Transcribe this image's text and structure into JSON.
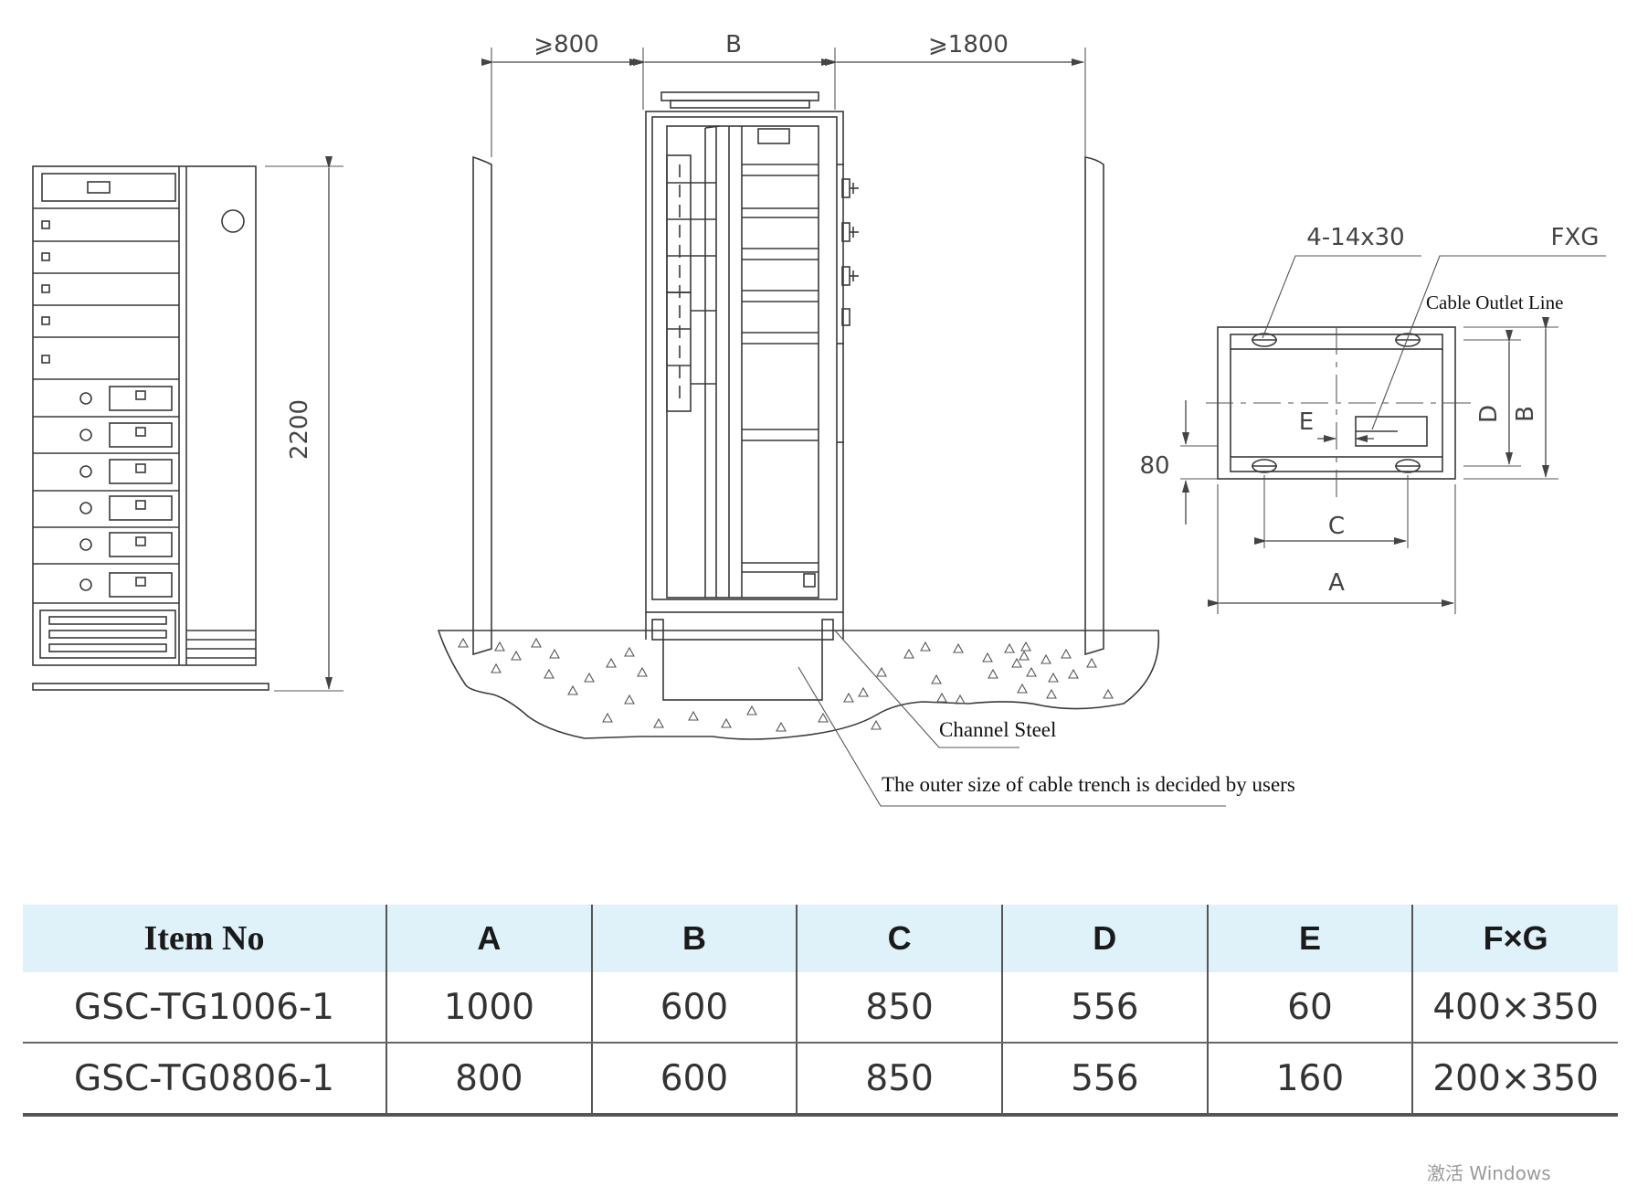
{
  "labels": {
    "clear_left": "⩾800",
    "width_b_top": "B",
    "clear_right": "⩾1800",
    "height": "2200",
    "holes": "4-14x30",
    "fxg": "FXG",
    "cable_outlet": "Cable Outlet Line",
    "dim_80": "80",
    "dim_e": "E",
    "dim_d": "D",
    "dim_b": "B",
    "dim_c": "C",
    "dim_a": "A",
    "channel_steel": "Channel Steel",
    "trench_note": "The outer size of cable trench is decided by users"
  },
  "table": {
    "headers": [
      "Item No",
      "A",
      "B",
      "C",
      "D",
      "E",
      "F×G"
    ],
    "rows": [
      [
        "GSC-TG1006-1",
        "1000",
        "600",
        "850",
        "556",
        "60",
        "400×350"
      ],
      [
        "GSC-TG0806-1",
        "800",
        "600",
        "850",
        "556",
        "160",
        "200×350"
      ]
    ]
  },
  "watermark": "激活 Windows",
  "colors": {
    "header_bg": "#dff1f9",
    "line": "#3a3a3a"
  }
}
